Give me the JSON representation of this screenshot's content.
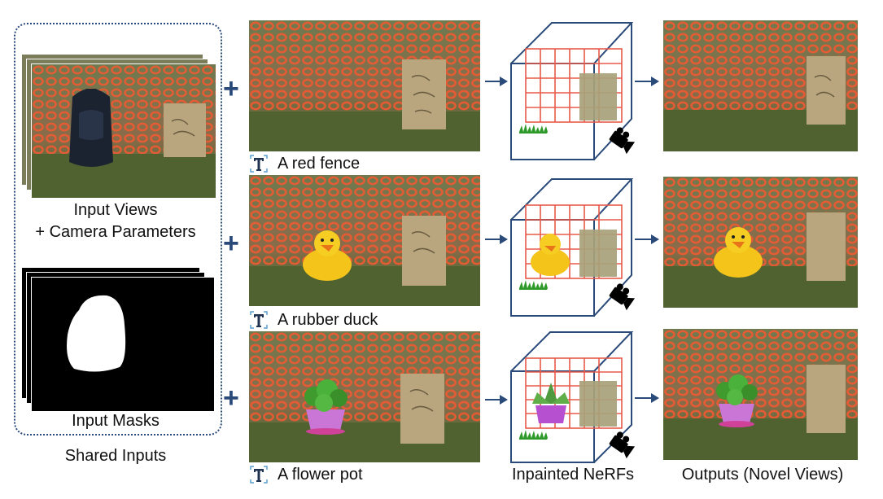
{
  "shared": {
    "input_views_label": "Input Views",
    "camera_label": "+ Camera Parameters",
    "masks_label": "Input Masks",
    "shared_label": "Shared Inputs"
  },
  "prompts": [
    {
      "text": "A red fence"
    },
    {
      "text": "A rubber duck"
    },
    {
      "text": "A flower pot"
    }
  ],
  "plus_symbol": "+",
  "column_labels": {
    "nerfs": "Inpainted NeRFs",
    "outputs": "Outputs (Novel Views)"
  },
  "colors": {
    "accent": "#2a4a7a",
    "fence": "#e8542f",
    "grid": "#e85a4a",
    "cardboard": "#b9a67f"
  },
  "icons": {
    "text_prompt": "text-T-icon",
    "camera": "camera-icon",
    "grass": "grass-icon"
  }
}
